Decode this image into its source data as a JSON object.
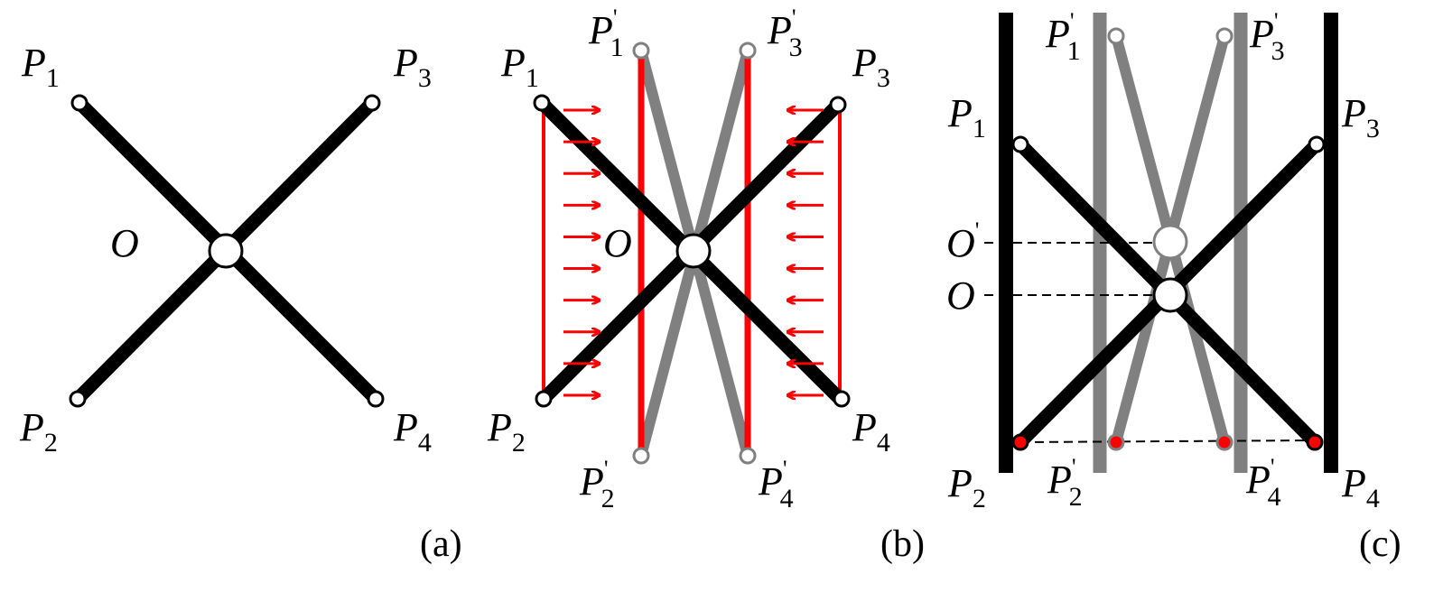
{
  "colors": {
    "bar": "#000000",
    "ghost_bar": "#808080",
    "force": "#ff0000",
    "joint_fill": "#ffffff",
    "ghost_joint_stroke": "#808080",
    "contact_point": "#ff0000",
    "dashed": "#000000"
  },
  "panel_a": {
    "caption": "(a)",
    "center_label": "O",
    "p1": {
      "base": "P",
      "sub": "1"
    },
    "p2": {
      "base": "P",
      "sub": "2"
    },
    "p3": {
      "base": "P",
      "sub": "3"
    },
    "p4": {
      "base": "P",
      "sub": "4"
    }
  },
  "panel_b": {
    "caption": "(b)",
    "center_label": "O",
    "p1": {
      "base": "P",
      "sub": "1"
    },
    "p2": {
      "base": "P",
      "sub": "2"
    },
    "p3": {
      "base": "P",
      "sub": "3"
    },
    "p4": {
      "base": "P",
      "sub": "4"
    },
    "p1p": {
      "base": "P",
      "sub": "1",
      "prime": "'"
    },
    "p2p": {
      "base": "P",
      "sub": "2",
      "prime": "'"
    },
    "p3p": {
      "base": "P",
      "sub": "3",
      "prime": "'"
    },
    "p4p": {
      "base": "P",
      "sub": "4",
      "prime": "'"
    },
    "arrow_count_per_side": 10
  },
  "panel_c": {
    "caption": "(c)",
    "center_label": "O",
    "center_prime_label": {
      "base": "O",
      "prime": "'"
    },
    "p1": {
      "base": "P",
      "sub": "1"
    },
    "p2": {
      "base": "P",
      "sub": "2"
    },
    "p3": {
      "base": "P",
      "sub": "3"
    },
    "p4": {
      "base": "P",
      "sub": "4"
    },
    "p1p": {
      "base": "P",
      "sub": "1",
      "prime": "'"
    },
    "p2p": {
      "base": "P",
      "sub": "2",
      "prime": "'"
    },
    "p3p": {
      "base": "P",
      "sub": "3",
      "prime": "'"
    },
    "p4p": {
      "base": "P",
      "sub": "4",
      "prime": "'"
    }
  }
}
